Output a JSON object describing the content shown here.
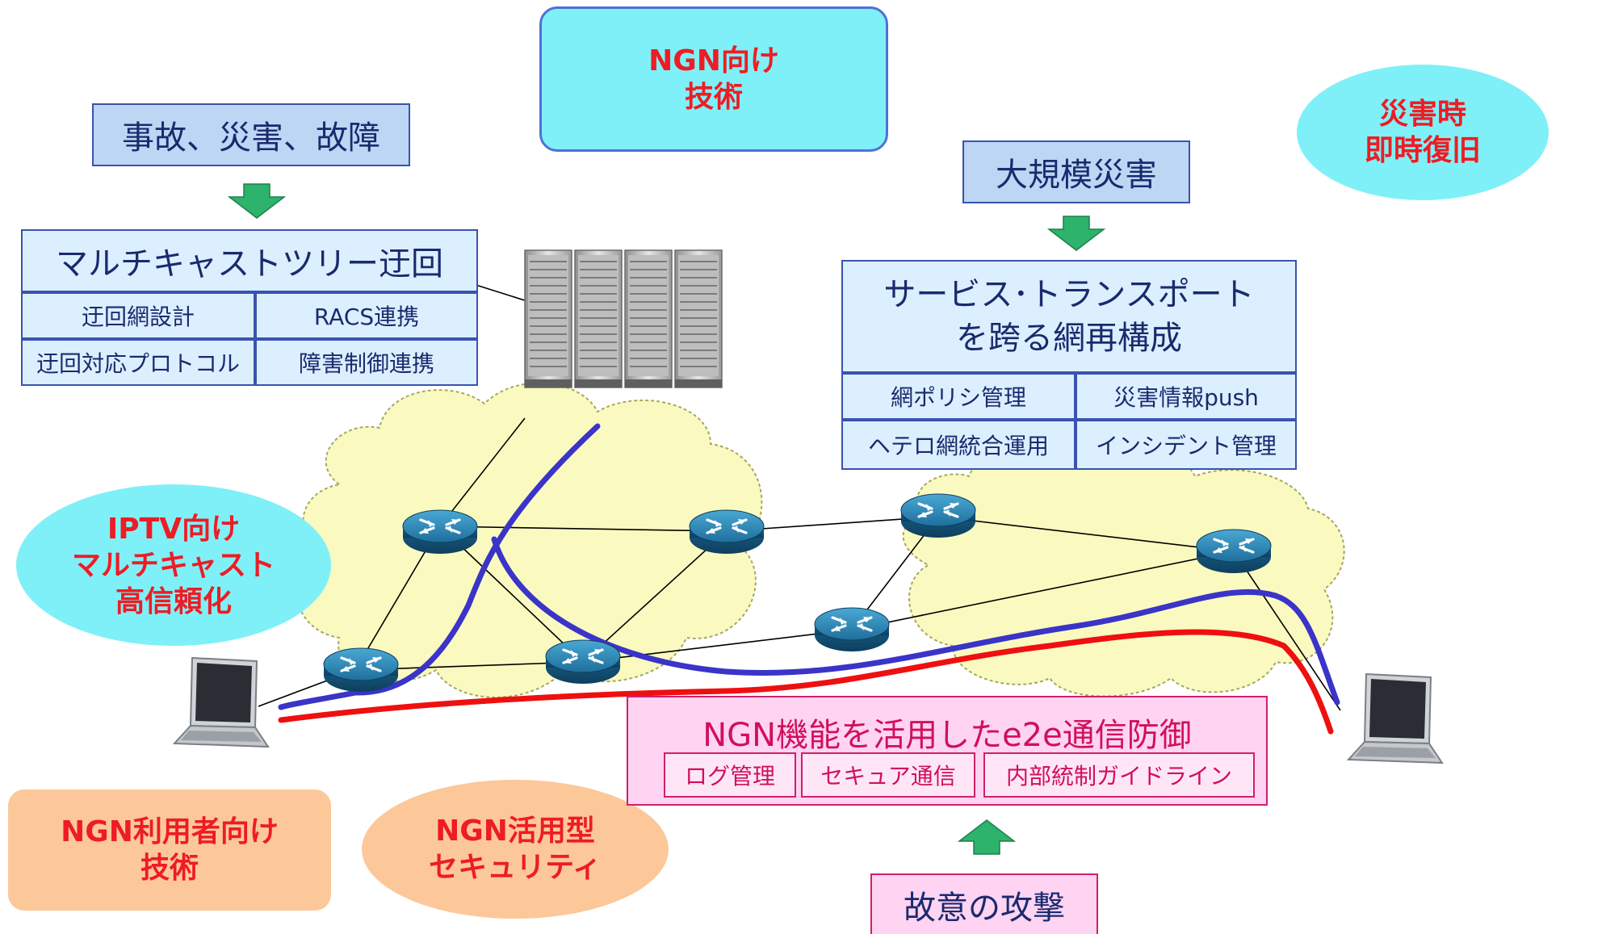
{
  "headers": {
    "ngn_tech": [
      "NGN向け",
      "技術"
    ],
    "disaster_recovery": [
      "災害時",
      "即時復旧"
    ],
    "iptv": [
      "IPTV向け",
      "マルチキャスト",
      "高信頼化"
    ],
    "user_tech": [
      "NGN利用者向け",
      "技術"
    ],
    "security": [
      "NGN活用型",
      "セキュリティ"
    ]
  },
  "left_panel": {
    "trigger": "事故、災害、故障",
    "title": "マルチキャストツリー迂回",
    "cells": [
      "迂回網設計",
      "RACS連携",
      "迂回対応プロトコル",
      "障害制御連携"
    ]
  },
  "right_panel": {
    "trigger": "大規模災害",
    "title_line1": "サービス･トランスポート",
    "title_line2": "を跨る網再構成",
    "cells": [
      "網ポリシ管理",
      "災害情報push",
      "ヘテロ網統合運用",
      "インシデント管理"
    ]
  },
  "bottom_panel": {
    "title": "NGN機能を活用したe2e通信防御",
    "cells": [
      "ログ管理",
      "セキュア通信",
      "内部統制ガイドライン"
    ],
    "trigger": "故意の攻撃"
  },
  "colors": {
    "box_blue": "#bcd6f4",
    "box_light": "#dcefff",
    "border_blue": "#3a52b0",
    "pink": "#ffd3f2",
    "pink_border": "#d0206a",
    "red_text": "#ee1c24",
    "cyan": "#7ff0f8",
    "orange": "#fcc89a",
    "cloud": "#fafac0",
    "path_blue": "#3a34c8",
    "path_red": "#ee1010",
    "arrow_green": "#2db36c"
  },
  "icons": [
    "router-icon",
    "server-rack-icon",
    "laptop-icon",
    "down-arrow-icon",
    "up-arrow-icon",
    "cloud-icon"
  ]
}
